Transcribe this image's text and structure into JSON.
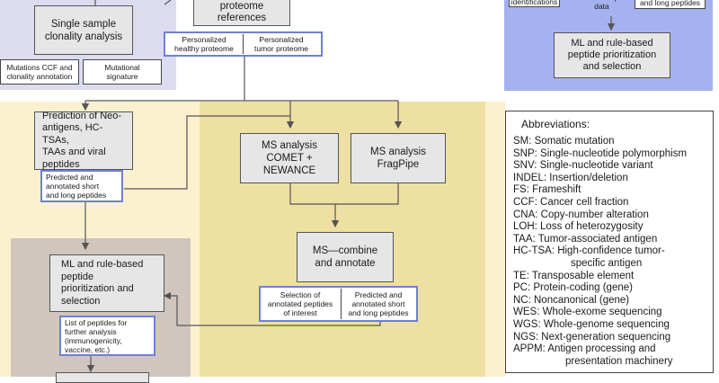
{
  "colors": {
    "lavender_region": "#dcdcf1",
    "yellow_region": "#fbf1cf",
    "khaki_region": "#eee0a2",
    "gray_region": "#d0c6be",
    "blue_region": "#a4b2ef",
    "box_fill": "#e6e6e6",
    "box_border": "#555555",
    "blue_group_border": "#6f7fd6",
    "arrow": "#555555"
  },
  "nodes": {
    "clonality": {
      "label": "Single sample\nclonality analysis"
    },
    "mutations_ccf": {
      "label": "Mutations CCF and\nclonality annotation"
    },
    "mutational_signature": {
      "label": "Mutational\nsignature"
    },
    "proteome_refs": {
      "label": "proteome\nreferences"
    },
    "personalized_healthy": {
      "label": "Personalized\nhealthy proteome"
    },
    "personalized_tumor": {
      "label": "Personalized\ntumor proteome"
    },
    "top_identifications": {
      "label": "identifications"
    },
    "top_rnaseq": {
      "label": "RNAseq data"
    },
    "top_long_peptides": {
      "label": "and long peptides"
    },
    "ml_prior_top": {
      "label": "ML and rule-based\npeptide prioritization\nand selection"
    },
    "prediction": {
      "label": "Prediction of Neo-\nantigens, HC-TSAs,\nTAAs and viral\npeptides"
    },
    "predicted_annotated": {
      "label": "Predicted and\nannotated short\nand long peptides"
    },
    "ms_comet": {
      "label": "MS analysis\nCOMET + NEWANCE"
    },
    "ms_fragpipe": {
      "label": "MS analysis\nFragPipe"
    },
    "ms_combine": {
      "label": "MS—combine\nand annotate"
    },
    "selection_annotated": {
      "label": "Selection of\nannotated peptides\nof interest"
    },
    "predicted_annotated_2": {
      "label": "Predicted and\nannotated short\nand long peptides"
    },
    "ml_prior_bottom": {
      "label": "ML and rule-based\npeptide\nprioritization and\nselection"
    },
    "list_peptides": {
      "label": "List of peptides for\nfurther analysis\n(immunogenicity,\nvaccine, etc.)"
    }
  },
  "abbreviations": {
    "title": "Abbreviations:",
    "items": [
      "SM: Somatic mutation",
      "SNP: Single-nucleotide polymorphism",
      "SNV: Single-nucleotide variant",
      "INDEL: Insertion/deletion",
      "FS: Frameshift",
      "CCF: Cancer cell fraction",
      "CNA: Copy-number alteration",
      "LOH: Loss of heterozygosity",
      "TAA: Tumor-associated antigen",
      "HC-TSA: High-confidence tumor-",
      "specific antigen",
      "TE: Transposable element",
      "PC: Protein-coding (gene)",
      "NC: Noncanonical (gene)",
      "WES: Whole-exome sequencing",
      "WGS: Whole-genome sequencing",
      "NGS: Next-generation sequencing",
      "APPM: Antigen processing and",
      "presentation machinery"
    ]
  }
}
